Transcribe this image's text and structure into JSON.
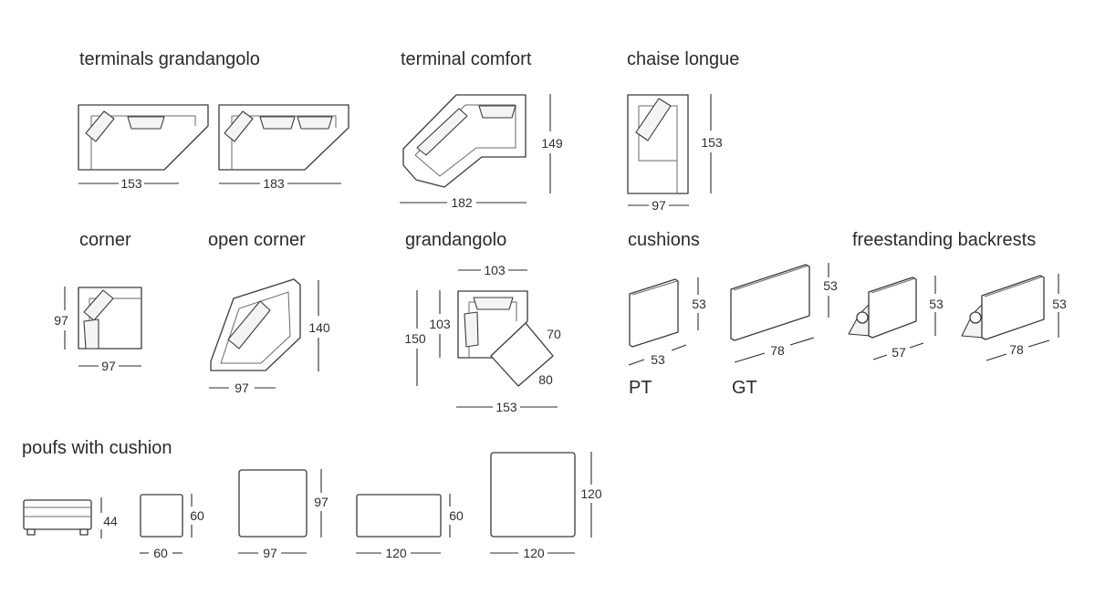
{
  "sections": {
    "terminals_grandangolo": "terminals grandangolo",
    "terminal_comfort": "terminal comfort",
    "chaise_longue": "chaise longue",
    "corner": "corner",
    "open_corner": "open corner",
    "grandangolo": "grandangolo",
    "cushions": "cushions",
    "freestanding_backrests": "freestanding backrests",
    "poufs_with_cushion": "poufs with cushion"
  },
  "cushion_codes": {
    "pt": "PT",
    "gt": "GT"
  },
  "dimensions": {
    "tg1_w": "153",
    "tg2_w": "183",
    "tc_w": "182",
    "tc_d": "149",
    "cl_w": "97",
    "cl_d": "153",
    "corner_d": "97",
    "corner_w": "97",
    "oc_d": "140",
    "oc_w": "97",
    "ga_top": "103",
    "ga_left_outer": "150",
    "ga_left_inner": "103",
    "ga_diag_a": "70",
    "ga_diag_b": "80",
    "ga_bottom": "153",
    "pt_h": "53",
    "pt_w": "53",
    "gt_h": "53",
    "gt_w": "78",
    "fb1_h": "53",
    "fb1_w": "57",
    "fb2_h": "53",
    "fb2_w": "78",
    "pouf1_h": "44",
    "pouf2_h": "60",
    "pouf2_w": "60",
    "pouf3_h": "97",
    "pouf3_w": "97",
    "pouf4_h": "60",
    "pouf4_w": "120",
    "pouf5_h": "120",
    "pouf5_w": "120"
  }
}
